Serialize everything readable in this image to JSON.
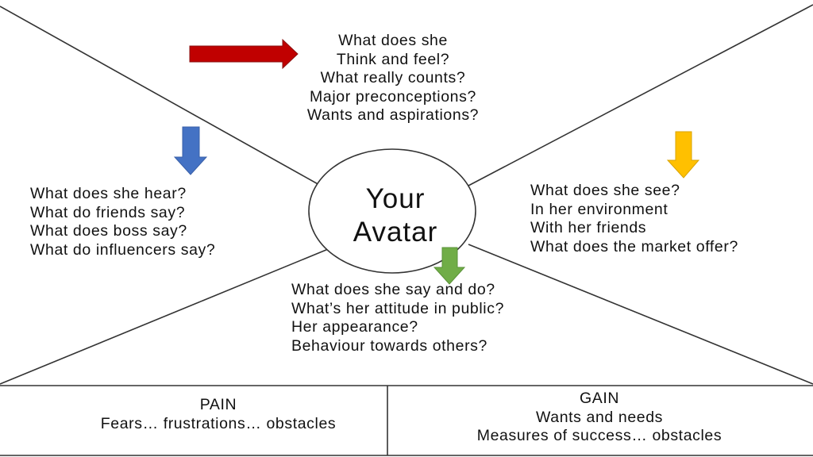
{
  "colors": {
    "think_arrow": "#c00000",
    "hear_arrow": "#4472c4",
    "see_arrow": "#ffc000",
    "say_arrow": "#70ad47",
    "lines": "#333333"
  },
  "center": {
    "line1": "Your",
    "line2": "Avatar"
  },
  "think_feel": {
    "arrow_icon": "arrow-right-icon",
    "lines": [
      "What does she",
      "Think and feel?",
      "What really counts?",
      "Major preconceptions?",
      "Wants and aspirations?"
    ]
  },
  "hear": {
    "arrow_icon": "arrow-down-icon",
    "lines": [
      "What does she hear?",
      "What do friends say?",
      "What does boss say?",
      "What do influencers say?"
    ]
  },
  "see": {
    "arrow_icon": "arrow-down-icon",
    "lines": [
      "What does she see?",
      "In her environment",
      "With her friends",
      "What does the market offer?"
    ]
  },
  "say_do": {
    "arrow_icon": "arrow-down-icon",
    "lines": [
      "What does she say and do?",
      "What’s her attitude in public?",
      "Her appearance?",
      "Behaviour towards others?"
    ]
  },
  "pain": {
    "title": "PAIN",
    "subtitle": "Fears… frustrations… obstacles"
  },
  "gain": {
    "title": "GAIN",
    "lines": [
      "Wants and needs",
      "Measures of success… obstacles"
    ]
  }
}
